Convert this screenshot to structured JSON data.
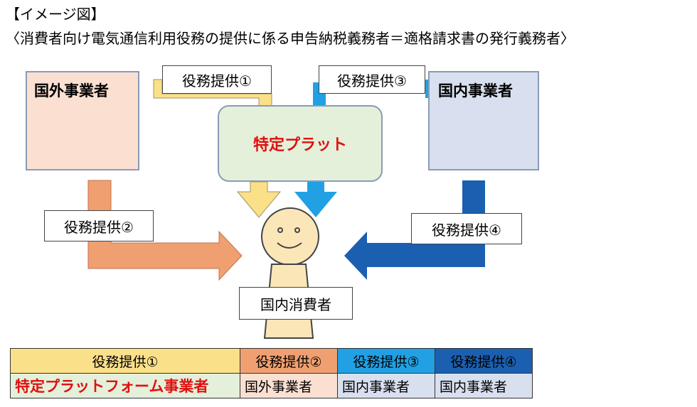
{
  "title": "【イメージ図】",
  "subtitle": "〈消費者向け電気通信利用役務の提供に係る申告納税義務者＝適格請求書の発行義務者〉",
  "foreign_business": "国外事業者",
  "domestic_business": "国内事業者",
  "platform": "特定プラット",
  "consumer": "国内消費者",
  "tags": {
    "service1": "役務提供①",
    "service2": "役務提供②",
    "service3": "役務提供③",
    "service4": "役務提供④"
  },
  "colors": {
    "service1": "#fbe08a",
    "service2": "#f0a070",
    "service3": "#21a0e4",
    "service4": "#1b5fb0"
  },
  "legend": {
    "headers": [
      "役務提供①",
      "役務提供②",
      "役務提供③",
      "役務提供④"
    ],
    "values": [
      "特定プラットフォーム事業者",
      "国外事業者",
      "国内事業者",
      "国内事業者"
    ]
  }
}
